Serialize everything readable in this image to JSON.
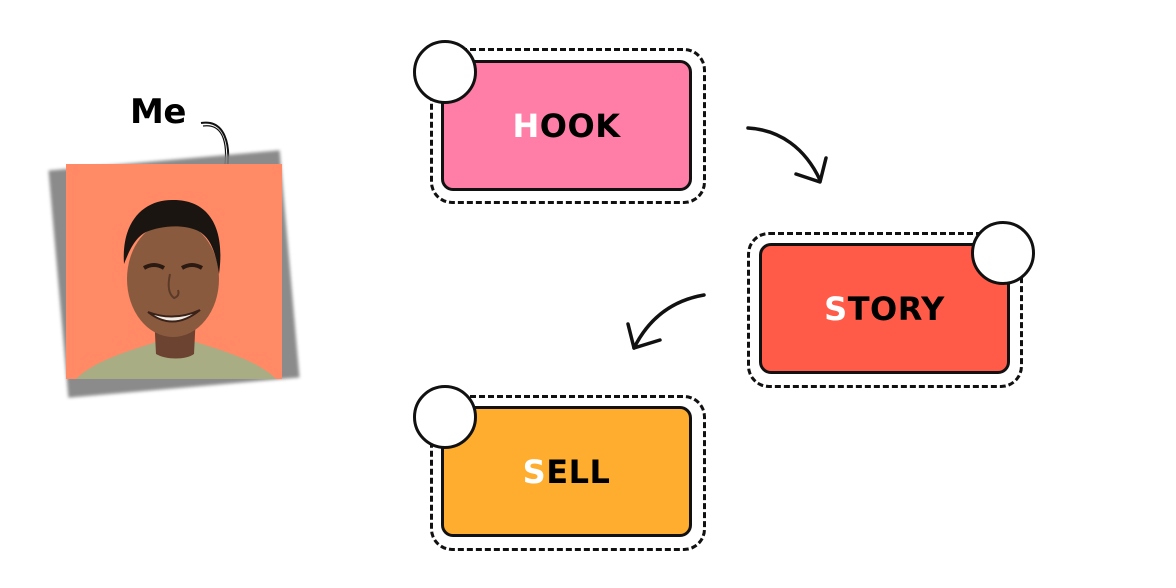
{
  "me": {
    "label": "Me",
    "photo_bg_color": "#ff8a65",
    "photo_alt": "portrait photo"
  },
  "steps": [
    {
      "first_letter": "H",
      "rest": "OOK",
      "color": "#ff7ea8"
    },
    {
      "first_letter": "S",
      "rest": "TORY",
      "color": "#ff5b48"
    },
    {
      "first_letter": "S",
      "rest": "ELL",
      "color": "#ffad2f"
    }
  ],
  "arrows": [
    {
      "from": "HOOK",
      "to": "STORY"
    },
    {
      "from": "STORY",
      "to": "SELL"
    }
  ]
}
